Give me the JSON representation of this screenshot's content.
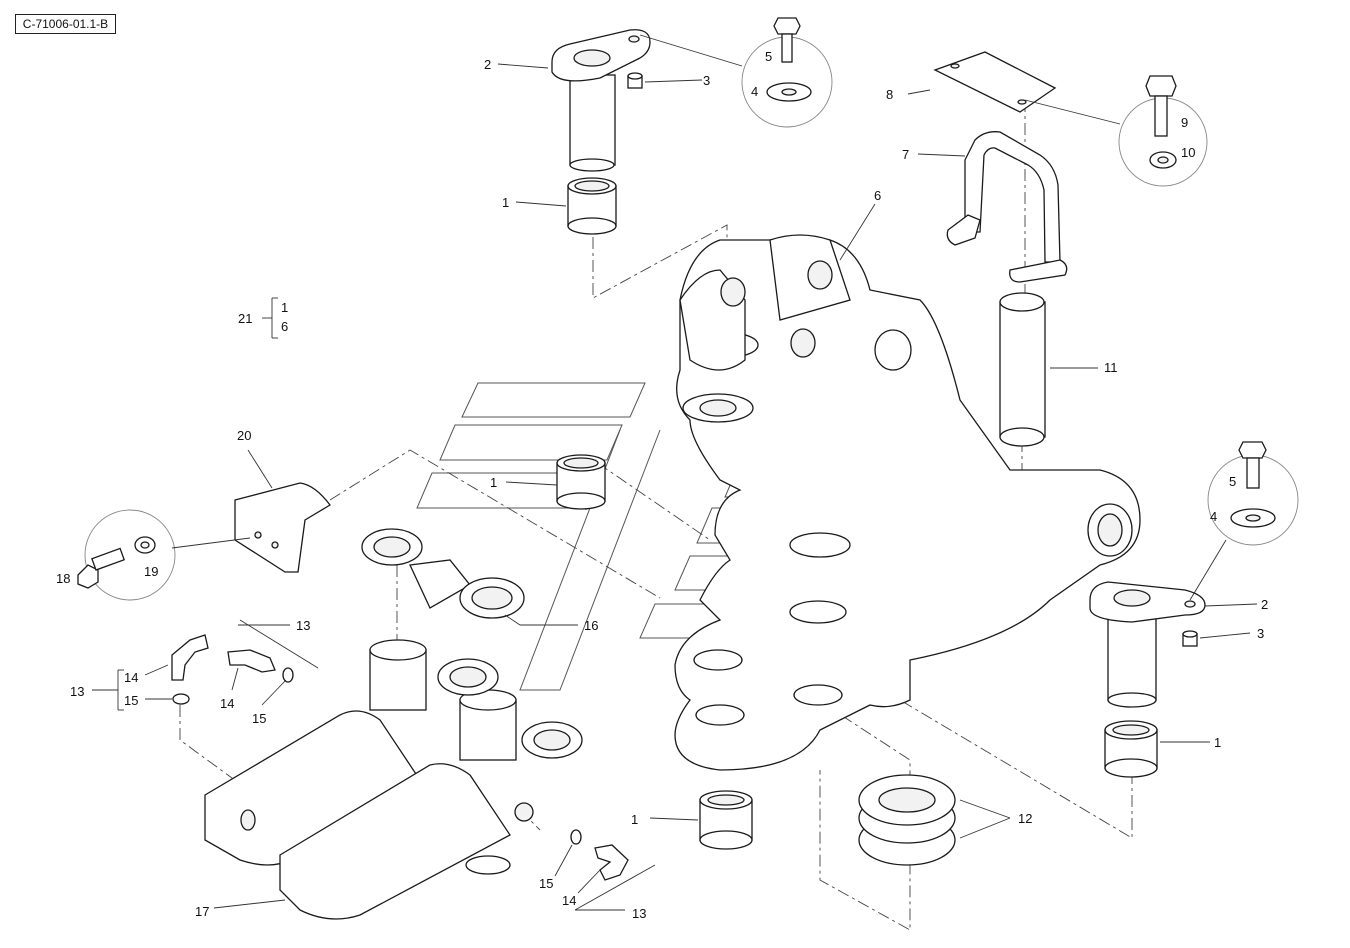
{
  "reference_code": "C-71006-01.1-B",
  "callouts": {
    "c1a": "1",
    "c1b": "1",
    "c1c": "1",
    "c1d": "1",
    "c2a": "2",
    "c2b": "2",
    "c3a": "3",
    "c3b": "3",
    "c4a": "4",
    "c4b": "4",
    "c5a": "5",
    "c5b": "5",
    "c6": "6",
    "c7": "7",
    "c8": "8",
    "c9": "9",
    "c10": "10",
    "c11": "11",
    "c12": "12",
    "c13a": "13",
    "c13b": "13",
    "c13c": "13",
    "c14a": "14",
    "c14b": "14",
    "c14c": "14",
    "c15a": "15",
    "c15b": "15",
    "c15c": "15",
    "c16": "16",
    "c17": "17",
    "c18": "18",
    "c19": "19",
    "c20": "20",
    "c21": "21",
    "c21_sub1": "1",
    "c21_sub2": "6"
  }
}
